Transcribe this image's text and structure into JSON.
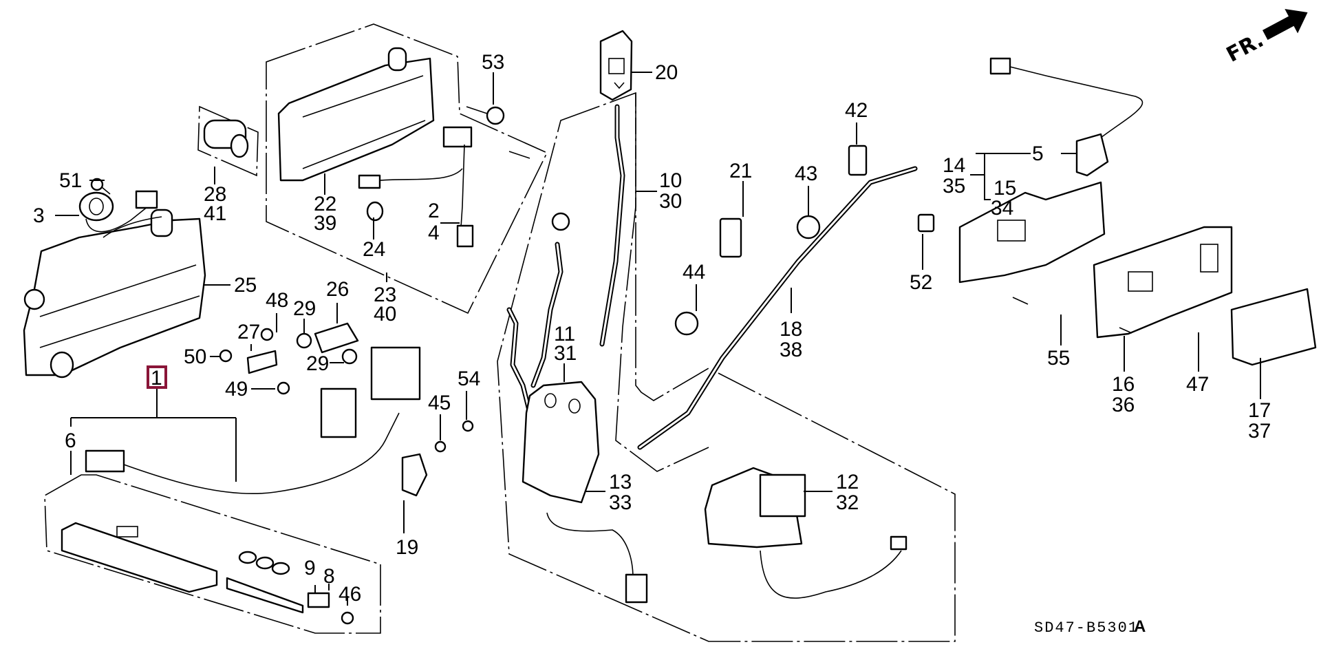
{
  "diagram": {
    "title_code": "SD47-B5301",
    "title_code_suffix": "A",
    "direction_label": "FR.",
    "highlight_color": "#8a1538",
    "selected_part": "1",
    "callouts": [
      {
        "id": "c1",
        "text": "1",
        "selected": true
      },
      {
        "id": "c2",
        "text": "2"
      },
      {
        "id": "c4",
        "text": "4"
      },
      {
        "id": "c3",
        "text": "3"
      },
      {
        "id": "c5",
        "text": "5"
      },
      {
        "id": "c6",
        "text": "6"
      },
      {
        "id": "c8",
        "text": "8"
      },
      {
        "id": "c9",
        "text": "9"
      },
      {
        "id": "c10",
        "text": "10"
      },
      {
        "id": "c30",
        "text": "30"
      },
      {
        "id": "c11",
        "text": "11"
      },
      {
        "id": "c31",
        "text": "31"
      },
      {
        "id": "c12",
        "text": "12"
      },
      {
        "id": "c32",
        "text": "32"
      },
      {
        "id": "c13",
        "text": "13"
      },
      {
        "id": "c33",
        "text": "33"
      },
      {
        "id": "c14",
        "text": "14"
      },
      {
        "id": "c35",
        "text": "35"
      },
      {
        "id": "c15",
        "text": "15"
      },
      {
        "id": "c34",
        "text": "34"
      },
      {
        "id": "c16",
        "text": "16"
      },
      {
        "id": "c36",
        "text": "36"
      },
      {
        "id": "c17",
        "text": "17"
      },
      {
        "id": "c37",
        "text": "37"
      },
      {
        "id": "c18",
        "text": "18"
      },
      {
        "id": "c38",
        "text": "38"
      },
      {
        "id": "c19",
        "text": "19"
      },
      {
        "id": "c20",
        "text": "20"
      },
      {
        "id": "c21",
        "text": "21"
      },
      {
        "id": "c22",
        "text": "22"
      },
      {
        "id": "c39",
        "text": "39"
      },
      {
        "id": "c23",
        "text": "23"
      },
      {
        "id": "c40",
        "text": "40"
      },
      {
        "id": "c24",
        "text": "24"
      },
      {
        "id": "c25",
        "text": "25"
      },
      {
        "id": "c26",
        "text": "26"
      },
      {
        "id": "c27",
        "text": "27"
      },
      {
        "id": "c28",
        "text": "28"
      },
      {
        "id": "c41",
        "text": "41"
      },
      {
        "id": "c29a",
        "text": "29"
      },
      {
        "id": "c29b",
        "text": "29"
      },
      {
        "id": "c42",
        "text": "42"
      },
      {
        "id": "c43",
        "text": "43"
      },
      {
        "id": "c44",
        "text": "44"
      },
      {
        "id": "c45",
        "text": "45"
      },
      {
        "id": "c46",
        "text": "46"
      },
      {
        "id": "c47",
        "text": "47"
      },
      {
        "id": "c48",
        "text": "48"
      },
      {
        "id": "c49",
        "text": "49"
      },
      {
        "id": "c50",
        "text": "50"
      },
      {
        "id": "c51",
        "text": "51"
      },
      {
        "id": "c52",
        "text": "52"
      },
      {
        "id": "c53",
        "text": "53"
      },
      {
        "id": "c54",
        "text": "54"
      },
      {
        "id": "c55",
        "text": "55"
      }
    ]
  }
}
